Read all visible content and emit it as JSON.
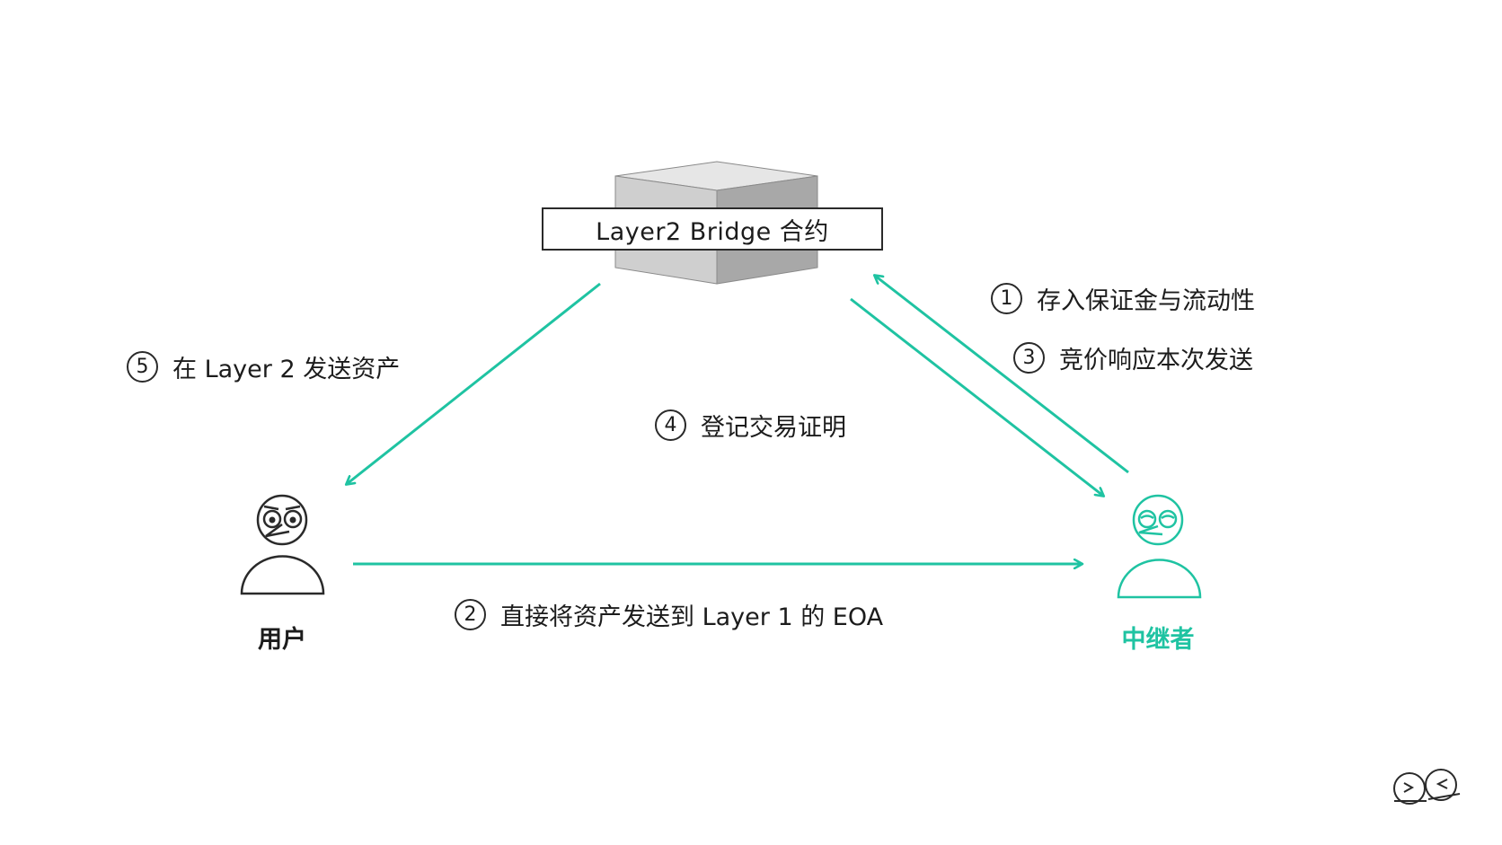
{
  "contract": {
    "label": "Layer2 Bridge 合约"
  },
  "steps": [
    {
      "num": "1",
      "text": "存入保证金与流动性"
    },
    {
      "num": "2",
      "text": "直接将资产发送到 Layer 1 的 EOA"
    },
    {
      "num": "3",
      "text": "竞价响应本次发送"
    },
    {
      "num": "4",
      "text": "登记交易证明"
    },
    {
      "num": "5",
      "text": "在 Layer 2 发送资产"
    }
  ],
  "actors": {
    "user": {
      "label": "用户"
    },
    "relayer": {
      "label": "中继者"
    }
  },
  "colors": {
    "accent": "#1fc3a2",
    "ink": "#2a2a2a",
    "block_top": "#e4e4e4",
    "block_front": "#c8c8c8",
    "block_side": "#a9a9a9"
  },
  "icons": {
    "logo": "two-faces-logo"
  }
}
